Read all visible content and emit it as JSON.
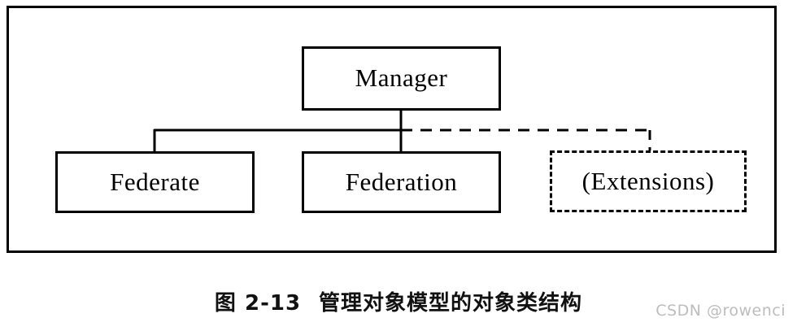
{
  "figure": {
    "caption_number": "图 2-13",
    "caption_title": "管理对象模型的对象类结构",
    "frame_style": "solid-rectangle"
  },
  "diagram": {
    "type": "class-hierarchy",
    "root": {
      "id": "manager",
      "label": "Manager",
      "style": "solid"
    },
    "children": [
      {
        "id": "federate",
        "label": "Federate",
        "style": "solid",
        "link": "solid"
      },
      {
        "id": "federation",
        "label": "Federation",
        "style": "solid",
        "link": "solid"
      },
      {
        "id": "extensions",
        "label": "(Extensions)",
        "style": "dashed",
        "link": "dashed"
      }
    ],
    "colors": {
      "line": "#000000",
      "fill": "#ffffff",
      "text": "#000000"
    }
  },
  "watermark": {
    "text": "CSDN @rowenci",
    "color": "#bdbdbd"
  }
}
